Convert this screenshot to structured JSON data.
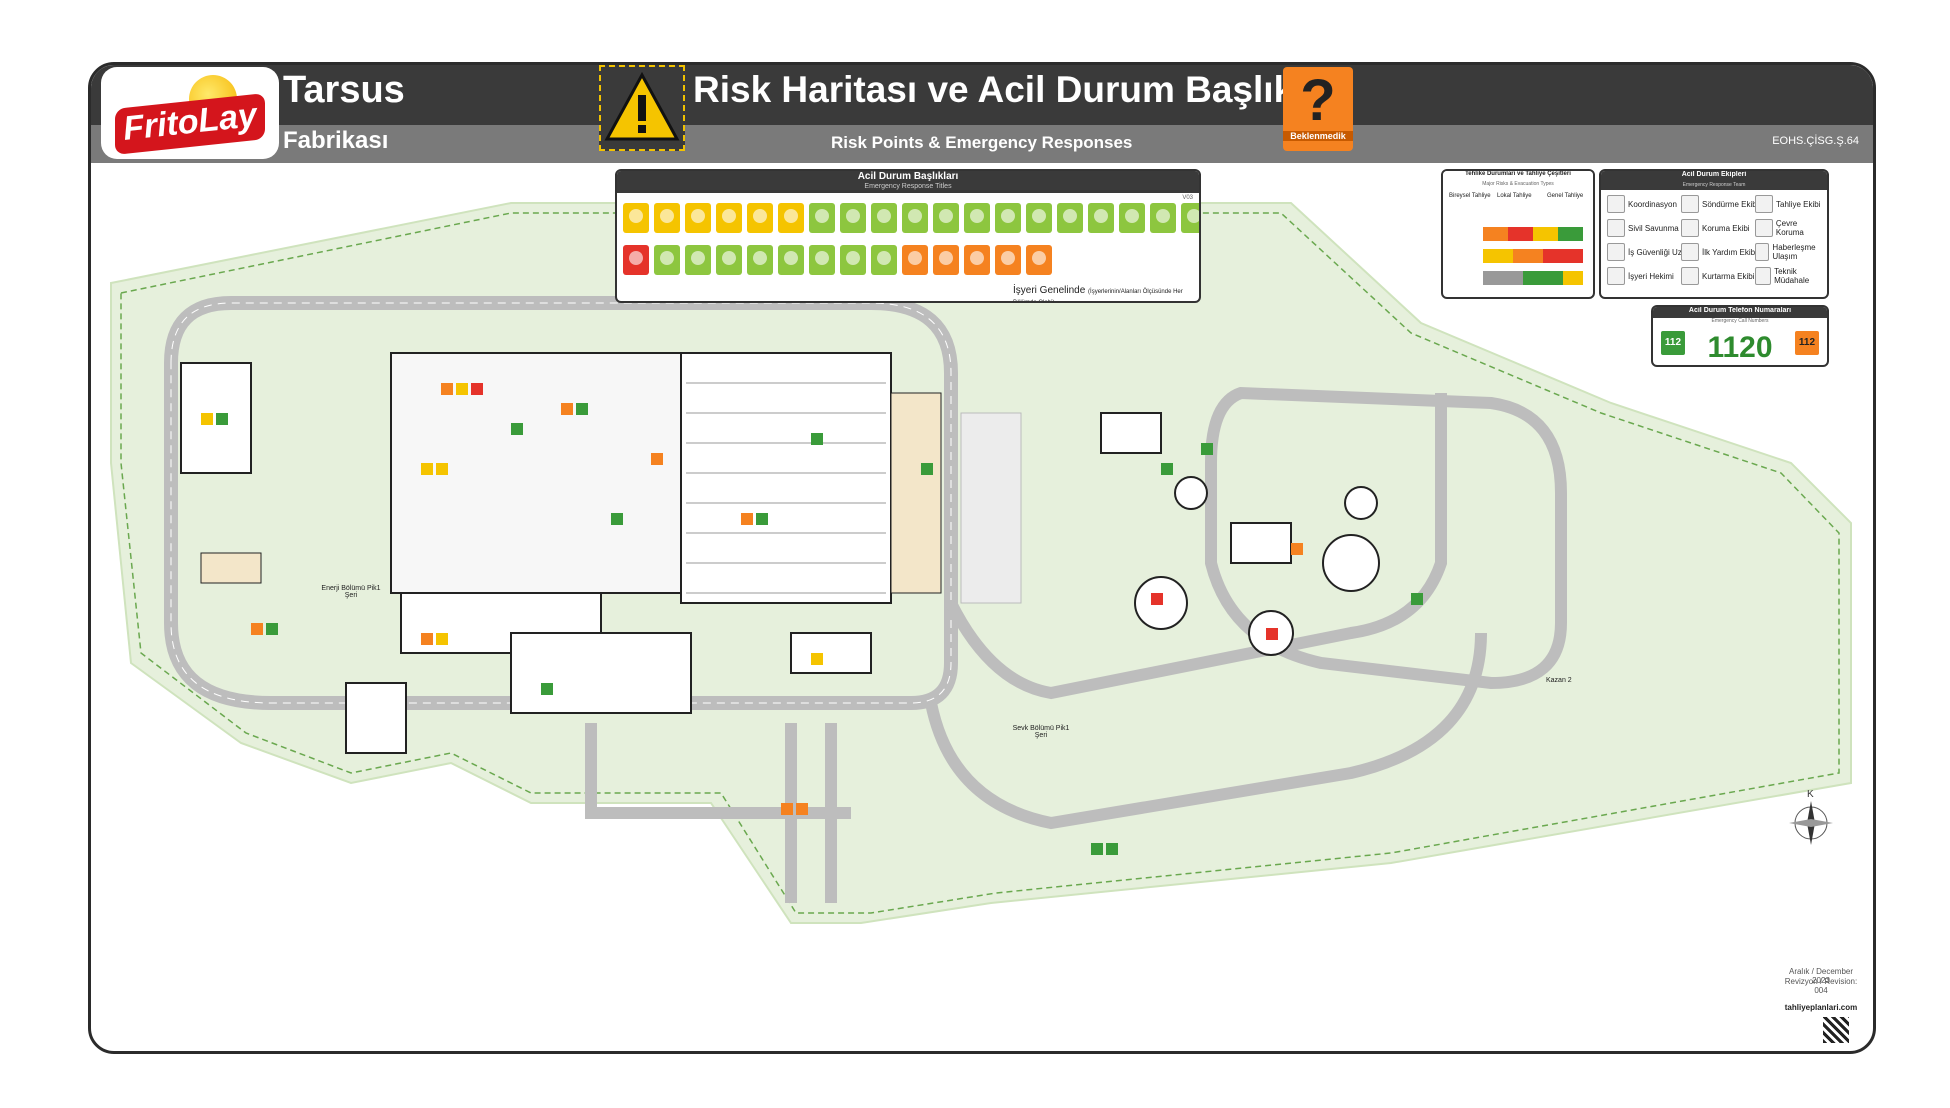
{
  "header": {
    "brand": "FritoLay",
    "site_name": "Tarsus",
    "site_sub": "Fabrikası",
    "title": "Risk Haritası ve Acil Durum Başlıkları",
    "subtitle": "Risk Points & Emergency Responses",
    "unknown_label": "Beklenmedik",
    "doc_code": "EOHS.ÇİSG.Ş.64"
  },
  "emergency_titles": {
    "title": "Acil Durum Başlıkları",
    "subtitle": "Emergency Response Titles",
    "version": "V03",
    "row1_colors": [
      "#f5c400",
      "#f5c400",
      "#f5c400",
      "#f5c400",
      "#f5c400",
      "#f5c400",
      "#8dc63f",
      "#8dc63f",
      "#8dc63f",
      "#8dc63f",
      "#8dc63f",
      "#8dc63f",
      "#8dc63f",
      "#8dc63f",
      "#8dc63f",
      "#8dc63f",
      "#8dc63f",
      "#8dc63f",
      "#8dc63f",
      "#8dc63f"
    ],
    "row2_colors": [
      "#e5332a",
      "#8dc63f",
      "#8dc63f",
      "#8dc63f",
      "#8dc63f",
      "#8dc63f",
      "#8dc63f",
      "#8dc63f",
      "#8dc63f",
      "#f58220",
      "#f58220",
      "#f58220",
      "#f58220",
      "#f58220"
    ],
    "isyeri_label": "İşyeri Genelinde",
    "isyeri_note": "(İşyerlerinin/Alanları Ölçüsünde Her Bölümde Olabi)"
  },
  "hazard_panel": {
    "title": "Tehlike Durumları ve Tahliye Çeşitleri",
    "subtitle": "Major Risks & Evacuation Types",
    "types": [
      "Bireysel Tahliye",
      "Lokal Tahliye",
      "Genel Tahliye"
    ]
  },
  "teams_panel": {
    "title": "Acil Durum Ekipleri",
    "subtitle": "Emergency Response Team",
    "teams": [
      {
        "label": "Koordinasyon"
      },
      {
        "label": "Söndürme Ekibi"
      },
      {
        "label": "Tahliye Ekibi"
      },
      {
        "label": "Sivil Savunma"
      },
      {
        "label": "Koruma Ekibi"
      },
      {
        "label": "Çevre Koruma"
      },
      {
        "label": "İş Güvenliği Uzmanı"
      },
      {
        "label": "İlk Yardım Ekibi"
      },
      {
        "label": "Haberleşme Ulaşım"
      },
      {
        "label": "İşyeri Hekimi"
      },
      {
        "label": "Kurtarma Ekibi"
      },
      {
        "label": "Teknik Müdahale"
      }
    ]
  },
  "phone_panel": {
    "title": "Acil Durum Telefon Numaraları",
    "subtitle": "Emergency Call Numbers",
    "number": "1120",
    "left_badge": "112",
    "right_badge": "112"
  },
  "map_labels": {
    "area_a": "Enerji Bölümü Pik1 Şeri",
    "area_b": "Sevk Bölümü Pik1 Şeri",
    "area_c": "Kazan 2"
  },
  "compass": {
    "north_label": "K"
  },
  "footer": {
    "date": "Aralık / December 2023",
    "revision": "Revizyon / Revision: 004",
    "website": "tahliyeplanlari.com"
  },
  "colors": {
    "header_dark": "#3a3a3a",
    "header_gray": "#7a7a7a",
    "grass": "#e6f0dc",
    "grass_dark": "#cfe3bd",
    "road": "#b9b9b9",
    "building_line": "#222222",
    "exit_green": "#3a9b3a",
    "warning_yellow": "#f5c400",
    "alert_orange": "#f58220",
    "alert_red": "#e5332a"
  }
}
